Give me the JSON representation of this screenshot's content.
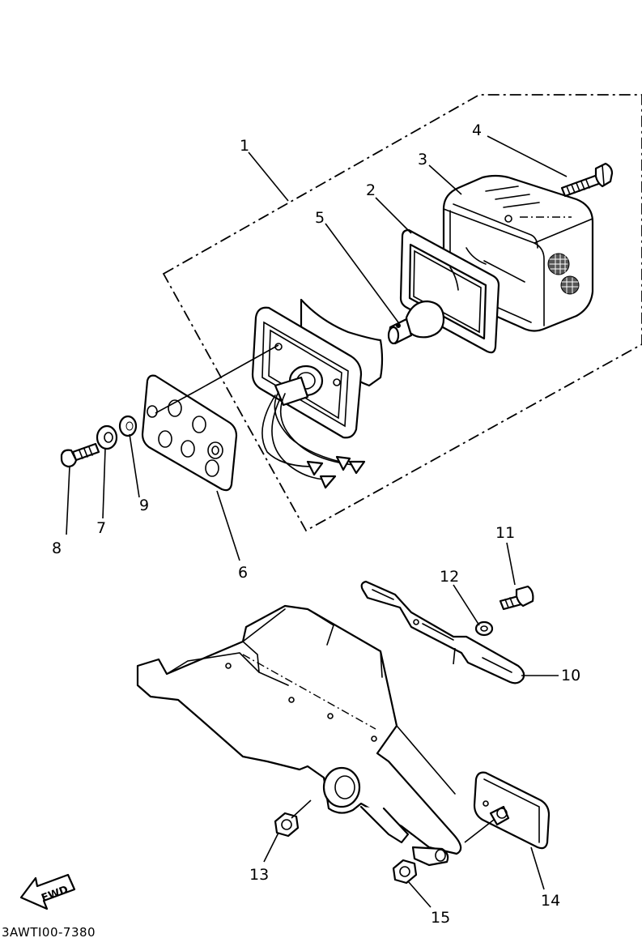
{
  "diagram_code": "3AWTI00-7380",
  "direction_label": "FWD",
  "callouts": [
    {
      "id": "1",
      "label": "1"
    },
    {
      "id": "2",
      "label": "2"
    },
    {
      "id": "3",
      "label": "3"
    },
    {
      "id": "4",
      "label": "4"
    },
    {
      "id": "5",
      "label": "5"
    },
    {
      "id": "6",
      "label": "6"
    },
    {
      "id": "7",
      "label": "7"
    },
    {
      "id": "8",
      "label": "8"
    },
    {
      "id": "9",
      "label": "9"
    },
    {
      "id": "10",
      "label": "10"
    },
    {
      "id": "11",
      "label": "11"
    },
    {
      "id": "12",
      "label": "12"
    },
    {
      "id": "13",
      "label": "13"
    },
    {
      "id": "14",
      "label": "14"
    },
    {
      "id": "15",
      "label": "15"
    }
  ]
}
